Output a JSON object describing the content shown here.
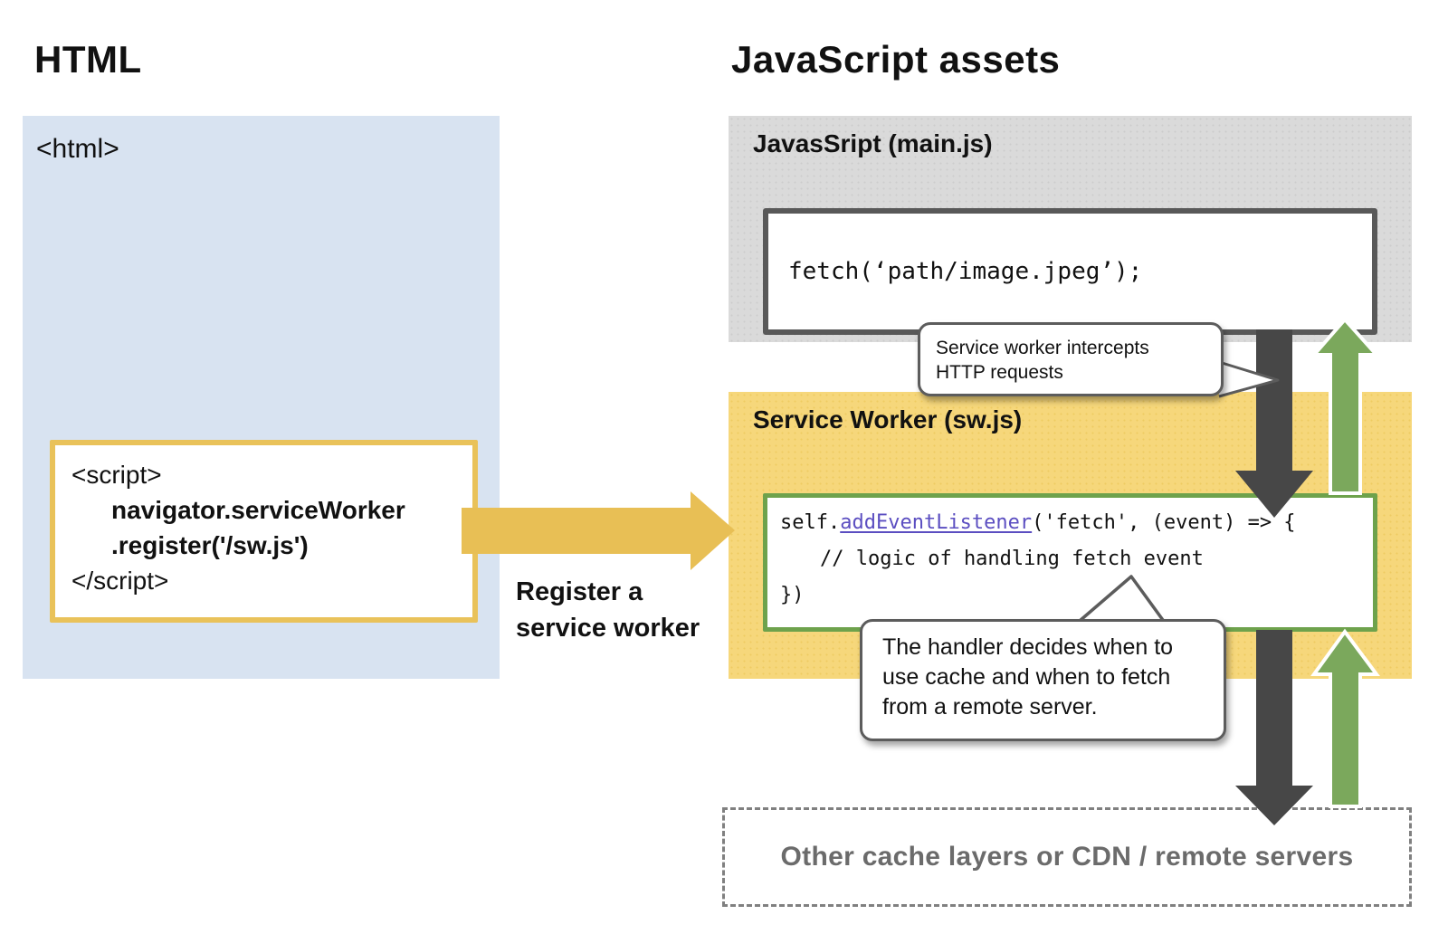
{
  "headings": {
    "left": "HTML",
    "right": "JavaScript assets"
  },
  "html_panel": {
    "tag": "<html>",
    "script": {
      "open": "<script>",
      "line1": "navigator.serviceWorker",
      "line2": ".register('/sw.js')",
      "close": "</script>"
    }
  },
  "register": {
    "label1": "Register a",
    "label2": "service worker"
  },
  "main_js_panel": {
    "title": "JavasSript (main.js)",
    "code": "fetch(‘path/image.jpeg’);"
  },
  "sw_panel": {
    "title": "Service Worker (sw.js)",
    "code": {
      "l1a": "self.",
      "l1b": "addEventListener",
      "l1c": "('fetch', (event) => {",
      "l2": "// logic of handling fetch event",
      "l3": "})"
    }
  },
  "bubble_intercept": {
    "line1": "Service worker intercepts",
    "line2": "HTTP requests"
  },
  "bubble_handler": {
    "line1": "The handler decides when to",
    "line2": "use cache and when to fetch",
    "line3": "from a remote server."
  },
  "bottom_box": {
    "label": "Other cache layers or CDN / remote servers"
  },
  "colors": {
    "blue_panel": "#d8e3f1",
    "gray_panel": "#dadada",
    "yellow_panel": "#f6d77b",
    "gold": "#e8bf55",
    "dark": "#474747",
    "green": "#7ba85c",
    "code_green_border": "#6ea24c",
    "purple": "#5b4ec1",
    "muted_text": "#6b6b6b"
  }
}
